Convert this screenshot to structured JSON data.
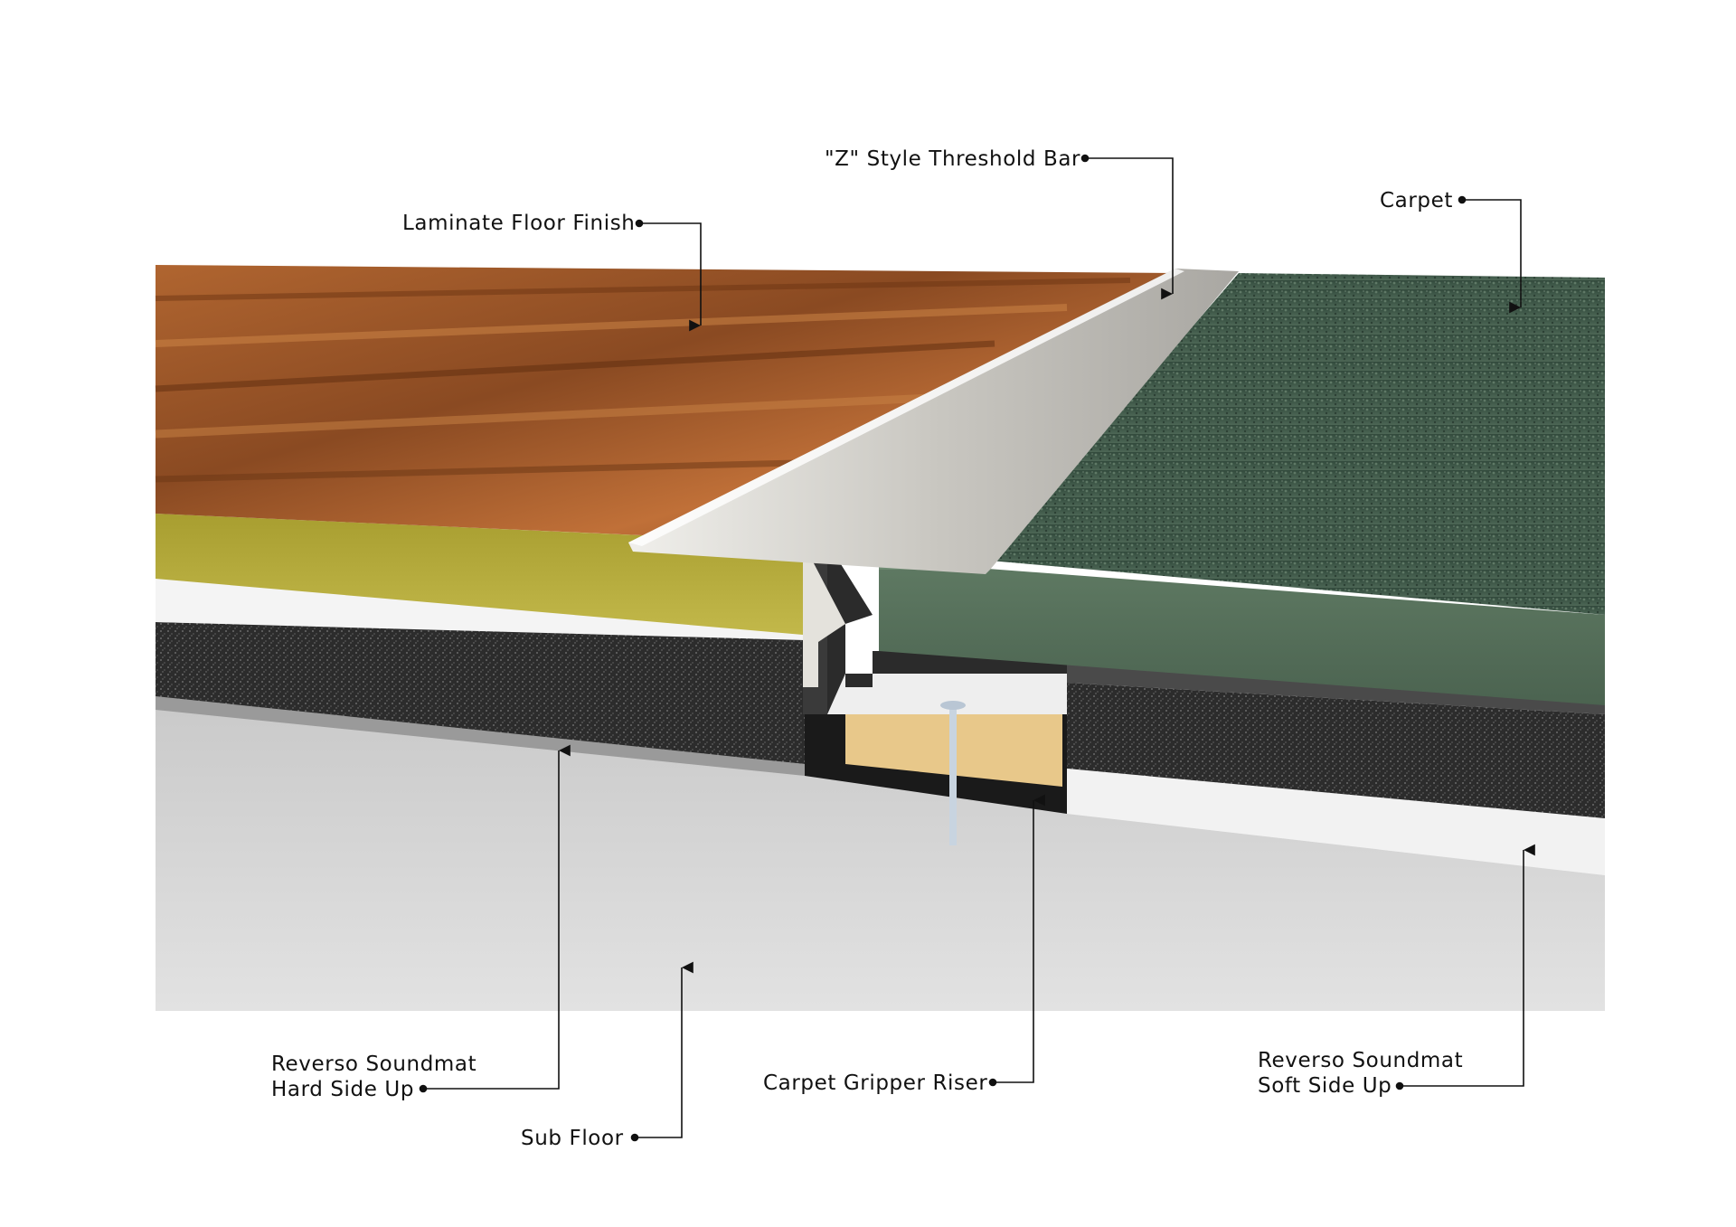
{
  "labels": {
    "laminate": "Laminate Floor Finish",
    "threshold": "\"Z\" Style Threshold Bar",
    "carpet": "Carpet",
    "hard_side_line1": "Reverso Soundmat",
    "hard_side_line2": "Hard Side Up",
    "sub_floor": "Sub Floor",
    "gripper": "Carpet Gripper Riser",
    "soft_side_line1": "Reverso Soundmat",
    "soft_side_line2": "Soft Side Up"
  },
  "colors": {
    "laminate_wood": "#a4582a",
    "laminate_core": "#b4ab38",
    "soundmat_white": "#f4f4f4",
    "soundmat_black": "#2a2a2a",
    "sub_floor": "#d7d7d7",
    "threshold_metal": "#d8d6d0",
    "carpet": "#3e5647",
    "gripper_wood": "#e8c88a",
    "leader_line": "#111111"
  }
}
